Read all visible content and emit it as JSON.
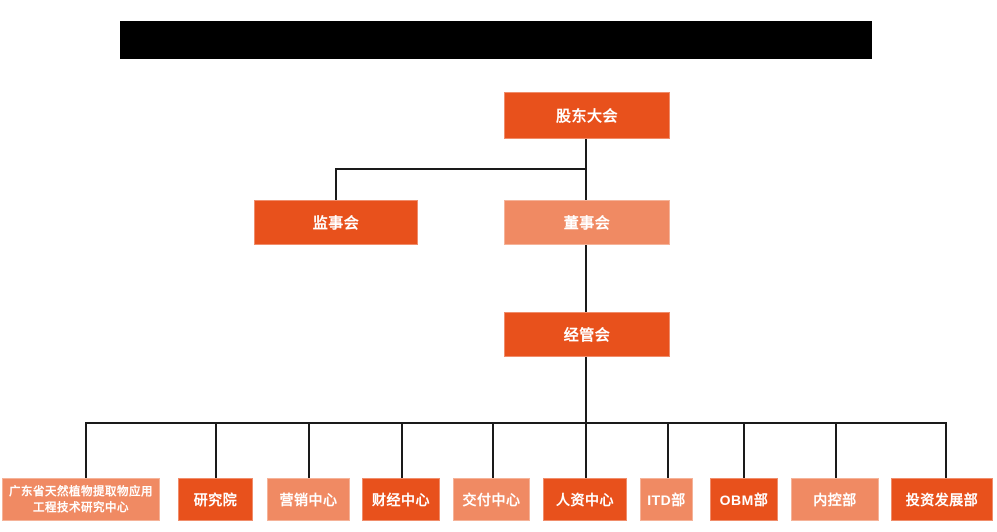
{
  "header": {
    "title_bar_text": "",
    "title_bar_color": "#000000"
  },
  "theme": {
    "accent_dark": "#E8511C",
    "accent_light": "#F08A63",
    "connector_color": "#1a1a1a",
    "background": "#ffffff",
    "text_color": "#ffffff"
  },
  "chart_type": "org-chart",
  "levels": {
    "level1": [
      {
        "id": "shareholders",
        "label": "股东大会",
        "tone": "dark"
      }
    ],
    "level2": [
      {
        "id": "supervisory-board",
        "label": "监事会",
        "tone": "dark"
      },
      {
        "id": "board-of-directors",
        "label": "董事会",
        "tone": "light"
      }
    ],
    "level3": [
      {
        "id": "management-committee",
        "label": "经管会",
        "tone": "dark"
      }
    ],
    "level4": [
      {
        "id": "gd-research-center",
        "label": "广东省天然植物提取物应用工程技术研究中心",
        "tone": "light"
      },
      {
        "id": "research-institute",
        "label": "研究院",
        "tone": "dark"
      },
      {
        "id": "marketing-center",
        "label": "营销中心",
        "tone": "light"
      },
      {
        "id": "finance-center",
        "label": "财经中心",
        "tone": "dark"
      },
      {
        "id": "delivery-center",
        "label": "交付中心",
        "tone": "light"
      },
      {
        "id": "hr-center",
        "label": "人资中心",
        "tone": "dark"
      },
      {
        "id": "itd-department",
        "label": "ITD部",
        "tone": "light"
      },
      {
        "id": "obm-department",
        "label": "OBM部",
        "tone": "dark"
      },
      {
        "id": "internal-control-department",
        "label": "内控部",
        "tone": "light"
      },
      {
        "id": "investment-development-department",
        "label": "投资发展部",
        "tone": "dark"
      }
    ]
  }
}
